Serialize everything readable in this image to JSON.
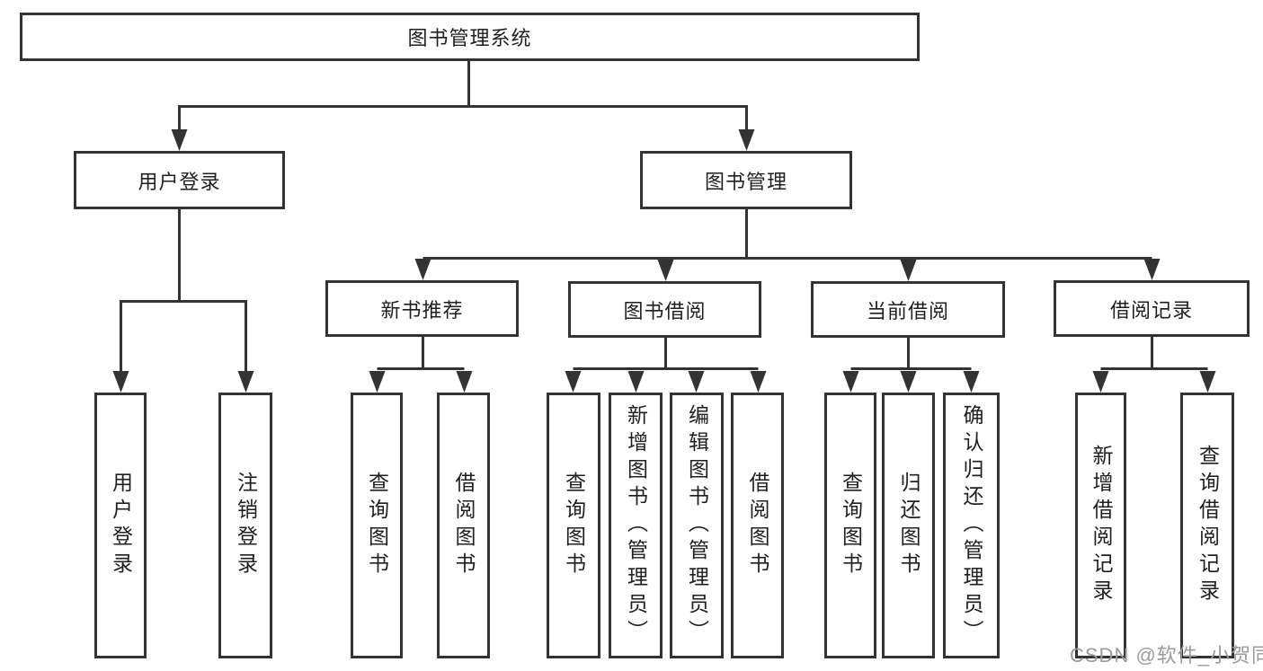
{
  "tree": {
    "root": {
      "label": "图书管理系统"
    },
    "branches": [
      {
        "label": "用户登录",
        "children": [
          {
            "label": "用户登录"
          },
          {
            "label": "注销登录"
          }
        ]
      },
      {
        "label": "图书管理",
        "children": [
          {
            "label": "新书推荐",
            "children": [
              {
                "label": "查询图书"
              },
              {
                "label": "借阅图书"
              }
            ]
          },
          {
            "label": "图书借阅",
            "children": [
              {
                "label": "查询图书"
              },
              {
                "label": "新增图书（管理员）"
              },
              {
                "label": "编辑图书（管理员）"
              },
              {
                "label": "借阅图书"
              }
            ]
          },
          {
            "label": "当前借阅",
            "children": [
              {
                "label": "查询图书"
              },
              {
                "label": "归还图书"
              },
              {
                "label": "确认归还（管理员）"
              }
            ]
          },
          {
            "label": "借阅记录",
            "children": [
              {
                "label": "新增借阅记录"
              },
              {
                "label": "查询借阅记录"
              }
            ]
          }
        ]
      }
    ]
  },
  "watermark": {
    "text": "CSDN @软件_小贺同学"
  },
  "colors": {
    "line": "#333333",
    "box_border": "#333333",
    "text": "#1f1f1f",
    "watermark": "#9b9b9b",
    "background": "#ffffff"
  }
}
